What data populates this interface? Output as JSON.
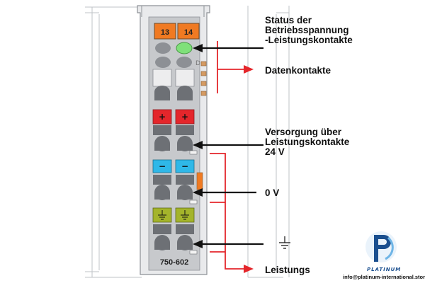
{
  "module": {
    "terminal_numbers": [
      "13",
      "14"
    ],
    "model_number": "750-602",
    "polarity_marks": [
      "+",
      "+",
      "−",
      "−"
    ],
    "led_status": "on"
  },
  "labels": {
    "status": "Status der\nBetriebsspannung\n-Leistungskontakte",
    "data_contacts": "Datenkontakte",
    "supply": "Versorgung über\nLeistungskontakte\n24 V",
    "zero_volt": "0 V",
    "power_contacts": "Leistungs"
  },
  "branding": {
    "name": "PLATINUM",
    "email": "info@platinum-international.store"
  },
  "colors": {
    "terminal_orange": "#f07a22",
    "plus_red": "#e4262b",
    "minus_blue": "#2fb8e8",
    "ground_green": "#a4b42b",
    "led_green": "#7fe07a",
    "arrow_red": "#e4262b",
    "brand_blue": "#1a4f8f",
    "brand_cyan": "#6fb5e6"
  }
}
